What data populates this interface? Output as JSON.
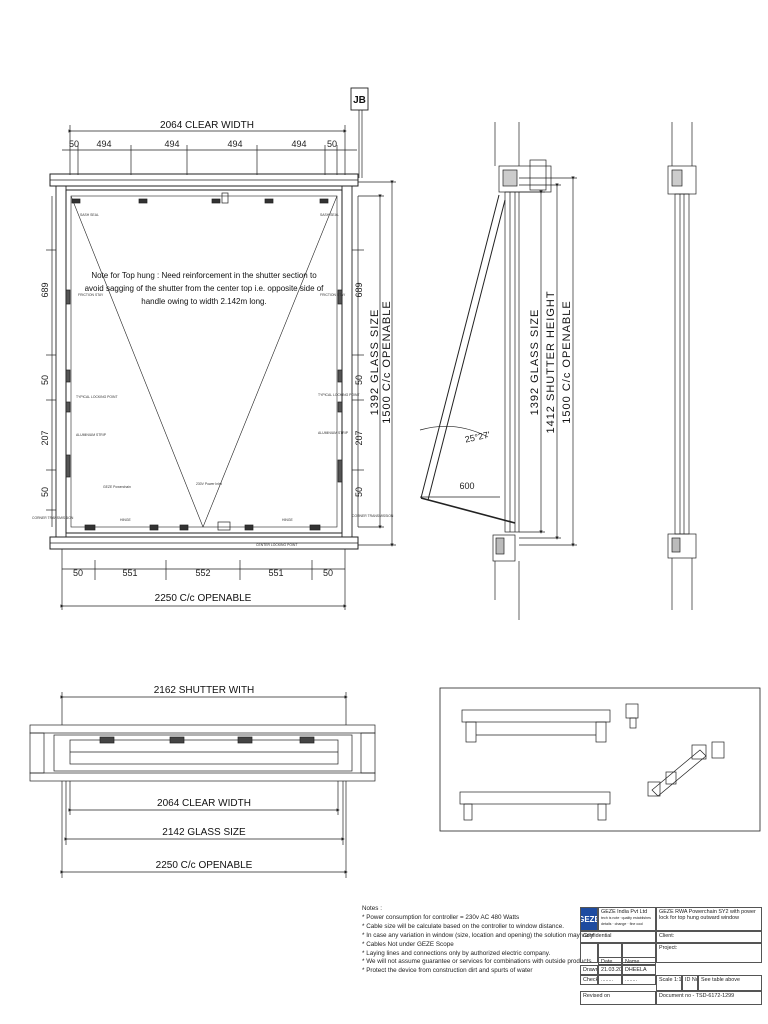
{
  "front_view": {
    "jb_label": "JB",
    "clear_width": "2064 CLEAR WIDTH",
    "top_dims": [
      "50",
      "494",
      "494",
      "494",
      "494",
      "50"
    ],
    "bottom_dims": [
      "50",
      "551",
      "552",
      "551",
      "50"
    ],
    "openable": "2250 C/c OPENABLE",
    "left_dims": [
      "689",
      "50",
      "207",
      "50"
    ],
    "right_dims": [
      "689",
      "50",
      "207",
      "50"
    ],
    "right_vertical": [
      "1392 GLASS SIZE",
      "1500 C/c OPENABLE"
    ],
    "note_lines": [
      "Note for Top hung : Need reinforcement in the shutter section to",
      "avoid sagging of the shutter from the center top i.e. opposite side of",
      "handle owing to width 2.142m long."
    ],
    "callouts": [
      "FRICTION STAY",
      "TYPICAL LOCKING POINT",
      "ALUMINIUM STRIP",
      "GEZE Powerchain",
      "230V Power Inlet",
      "HINGE",
      "CORNER TRANSMISSION",
      "CENTER LOCKING POINT",
      "SASH SEAL"
    ]
  },
  "side_view": {
    "angle": "25°27'",
    "opening": "600",
    "vertical_labels": [
      "1392 GLASS SIZE",
      "1412 SHUTTER HEIGHT",
      "1500 C/c OPENABLE"
    ]
  },
  "plan_view": {
    "shutter_width": "2162 SHUTTER WITH",
    "clear_width": "2064 CLEAR WIDTH",
    "glass_size": "2142 GLASS SIZE",
    "openable": "2250 C/c OPENABLE"
  },
  "notes": {
    "title": "Notes :",
    "items": [
      "* Power consumption for controller = 230v AC 480 Watts",
      "* Cable size will be calculate based on the controller to window distance.",
      "* In case any variation in window (size, location and opening) the solution may vary",
      "* Cables Not under GEZE Scope",
      "* Laying lines and connections only by authorized electric company.",
      "* We will not assume guarantee or services for combinations with outside products.",
      "* Protect the device from construction dirt and spurts of water"
    ]
  },
  "title_block": {
    "logo": "GEZE",
    "company": "GEZE India Pvt Ltd",
    "company_sub": "tech is note ·quality establishes details · change · fine cool",
    "drawing_title": "GEZE RWA Powerchain SY2 with power lock for top hung outward window",
    "confidential": "Confidential",
    "client": "Client:",
    "project": "Project:",
    "col_date": "Date",
    "col_name": "Name",
    "drawn": "Drawn",
    "drawn_date": "21.03.2022",
    "drawn_name": "DHEELA",
    "checked": "Checked",
    "checked_date": "........",
    "checked_name": "........",
    "scale": "Scale 1:1",
    "id_no": "ID No.",
    "id_val": "See table above",
    "revised": "Revised on",
    "document_no": "Document no - TSD-6172-1299"
  },
  "colors": {
    "line": "#1a1a1a",
    "thin": "#444444",
    "brand": "#1e4ba0"
  }
}
